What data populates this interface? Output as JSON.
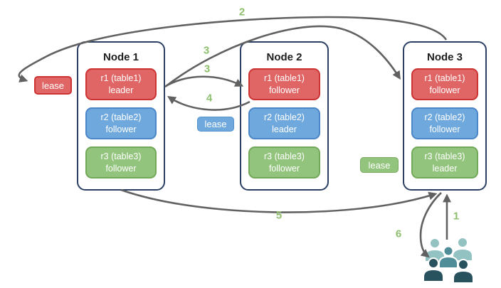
{
  "nodes": [
    {
      "title": "Node 1",
      "replicas": [
        {
          "label": "r1 (table1)",
          "role": "leader",
          "color": "red"
        },
        {
          "label": "r2 (table2)",
          "role": "follower",
          "color": "blue"
        },
        {
          "label": "r3 (table3)",
          "role": "follower",
          "color": "green"
        }
      ]
    },
    {
      "title": "Node 2",
      "replicas": [
        {
          "label": "r1 (table1)",
          "role": "follower",
          "color": "red"
        },
        {
          "label": "r2 (table2)",
          "role": "leader",
          "color": "blue"
        },
        {
          "label": "r3 (table3)",
          "role": "follower",
          "color": "green"
        }
      ]
    },
    {
      "title": "Node 3",
      "replicas": [
        {
          "label": "r1 (table1)",
          "role": "follower",
          "color": "red"
        },
        {
          "label": "r2 (table2)",
          "role": "follower",
          "color": "blue"
        },
        {
          "label": "r3 (table3)",
          "role": "leader",
          "color": "green"
        }
      ]
    }
  ],
  "leases": [
    {
      "label": "lease",
      "for_replica": "r1",
      "color": "#e06666"
    },
    {
      "label": "lease",
      "for_replica": "r2",
      "color": "#6fa8dc"
    },
    {
      "label": "lease",
      "for_replica": "r3",
      "color": "#93c47d"
    }
  ],
  "steps": [
    "1",
    "2",
    "3",
    "3",
    "4",
    "5",
    "6"
  ],
  "icons": {
    "users": "users-group-icon"
  },
  "colors": {
    "red_fill": "#e06666",
    "red_border": "#cc3333",
    "blue_fill": "#6fa8dc",
    "blue_border": "#4a86c8",
    "green_fill": "#93c47d",
    "green_border": "#72a958",
    "node_border": "#2b3f63",
    "arrow": "#616161",
    "step_label": "#8dbf6d",
    "users_light": "#93c2c3",
    "users_medium": "#4f8d98",
    "users_dark": "#29525f"
  }
}
